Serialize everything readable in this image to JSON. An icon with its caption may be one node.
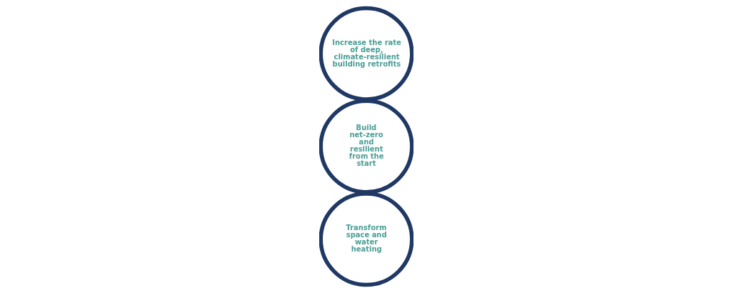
{
  "diagram": {
    "nodes": [
      {
        "text": [
          "Increase the rate of deep, climate-resilient building retrofits"
        ]
      },
      {
        "text": [
          "Build net-zero and resilient from the start"
        ]
      },
      {
        "text": [
          "Transform space and water heating"
        ]
      }
    ]
  }
}
